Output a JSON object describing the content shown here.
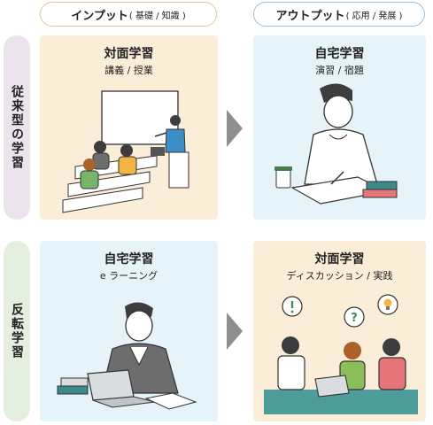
{
  "header": {
    "input_main": "インプット",
    "input_sub": "( 基礎 / 知識 )",
    "output_main": "アウトプット",
    "output_sub": "( 応用 / 発展 )"
  },
  "rows": {
    "traditional": "従来型の学習",
    "flipped": "反転学習"
  },
  "panels": {
    "trad_input": {
      "title": "対面学習",
      "subtitle": "講義 / 授業"
    },
    "trad_output": {
      "title": "自宅学習",
      "subtitle": "演習 / 宿題"
    },
    "flip_input": {
      "title": "自宅学習",
      "subtitle": "e ラーニング"
    },
    "flip_output": {
      "title": "対面学習",
      "subtitle": "ディスカッション / 実践"
    }
  },
  "colors": {
    "input_border": "#e3c49a",
    "output_border": "#92c6df",
    "panel_beige": "#fbeed9",
    "panel_blue": "#e6f3f9",
    "row_traditional": "#ece3ee",
    "row_flipped": "#e5efdf",
    "arrow": "#8f8f8f"
  },
  "icons": {
    "discussion": [
      "exclamation-bubble-icon",
      "question-bubble-icon",
      "lightbulb-bubble-icon"
    ]
  }
}
